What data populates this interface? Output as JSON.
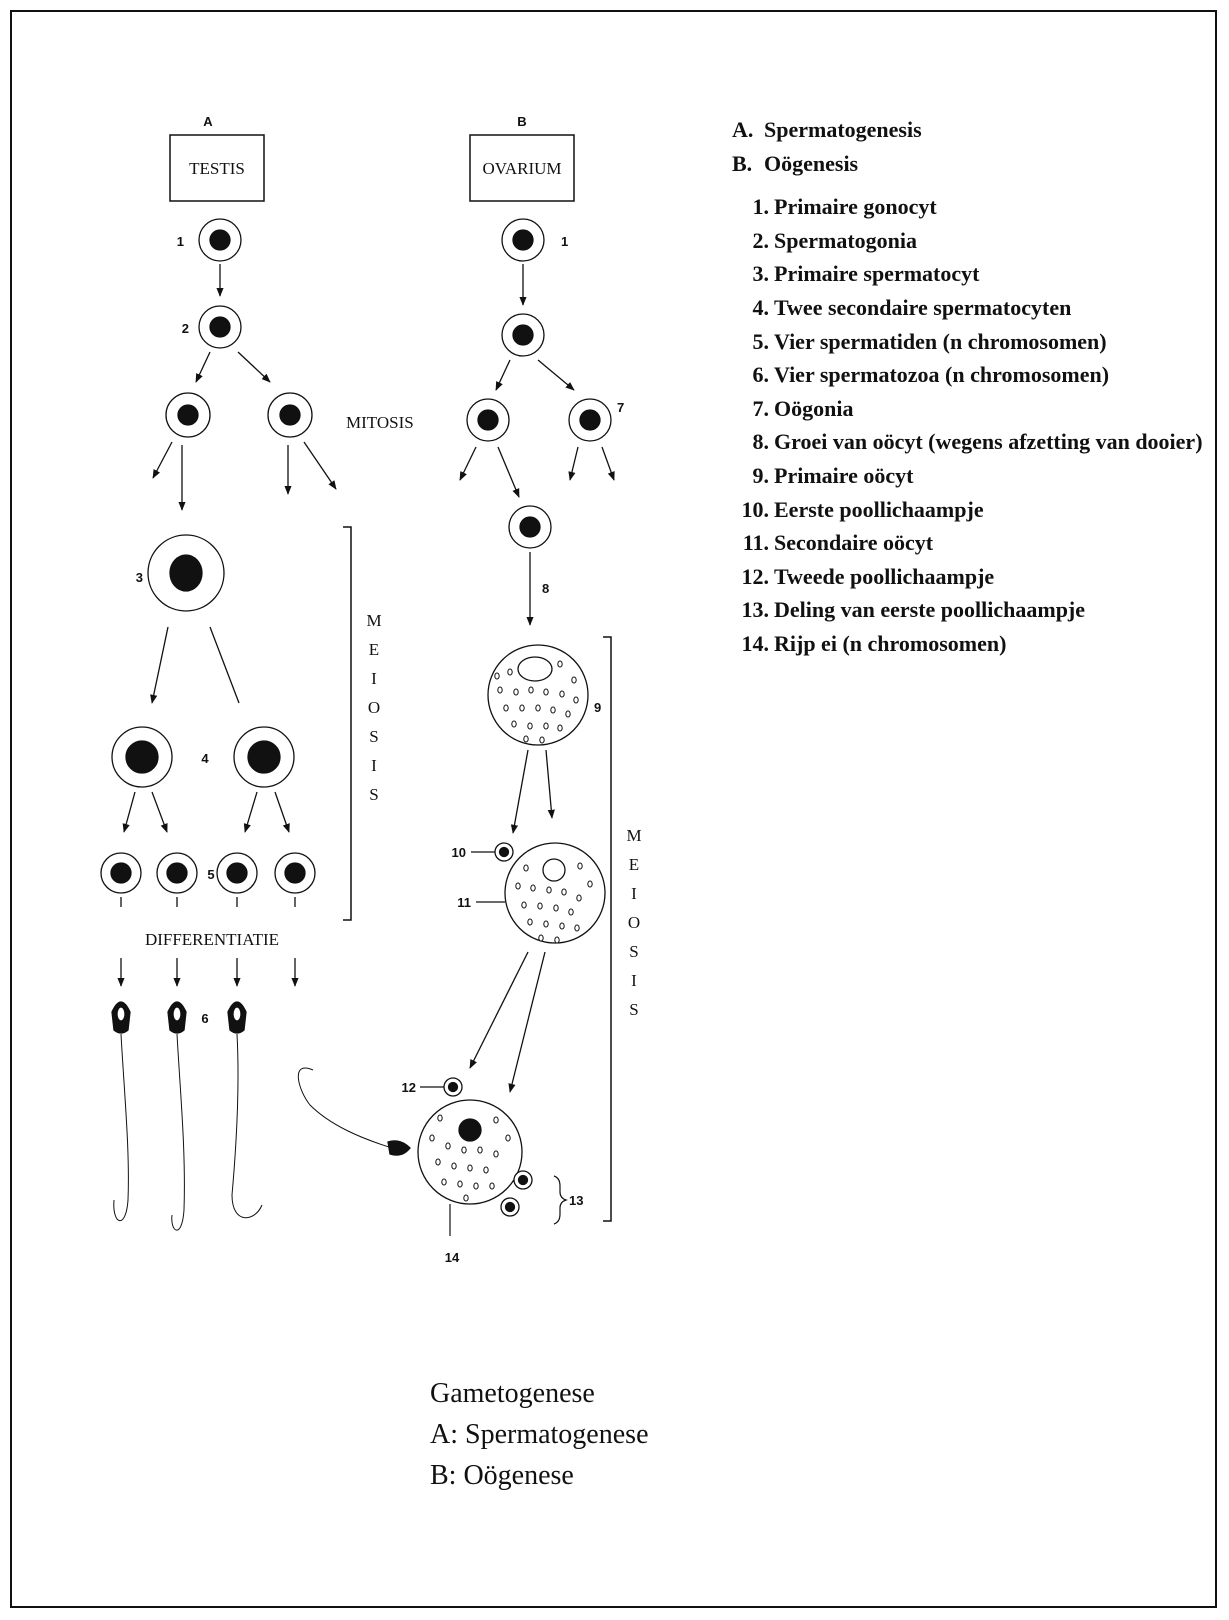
{
  "panel_a": {
    "letter": "A",
    "box": "TESTIS"
  },
  "panel_b": {
    "letter": "B",
    "box": "OVARIUM"
  },
  "labels": {
    "mitosis": "MITOSIS",
    "meiosis_letters": [
      "M",
      "E",
      "I",
      "O",
      "S",
      "I",
      "S"
    ],
    "differentiatie": "DIFFERENTIATIE",
    "n1a": "1",
    "n2a": "2",
    "n3": "3",
    "n4": "4",
    "n5": "5",
    "n6": "6",
    "n1b": "1",
    "n7": "7",
    "n8": "8",
    "n9": "9",
    "n10": "10",
    "n11": "11",
    "n12": "12",
    "n13": "13",
    "n14": "14"
  },
  "legend": {
    "sections": [
      {
        "key": "A.",
        "text": "Spermatogenesis"
      },
      {
        "key": "B.",
        "text": "Oögenesis"
      }
    ],
    "items": [
      {
        "num": "1.",
        "text": "Primaire gonocyt"
      },
      {
        "num": "2.",
        "text": "Spermatogonia"
      },
      {
        "num": "3.",
        "text": "Primaire spermatocyt"
      },
      {
        "num": "4.",
        "text": "Twee secondaire spermatocyten"
      },
      {
        "num": "5.",
        "text": "Vier spermatiden (n chromosomen)"
      },
      {
        "num": "6.",
        "text": "Vier spermatozoa (n chromosomen)"
      },
      {
        "num": "7.",
        "text": "Oögonia"
      },
      {
        "num": "8.",
        "text": "Groei van oöcyt (wegens afzetting van dooier)"
      },
      {
        "num": "9.",
        "text": "Primaire oöcyt"
      },
      {
        "num": "10.",
        "text": "Eerste poollichaampje"
      },
      {
        "num": "11.",
        "text": "Secondaire oöcyt"
      },
      {
        "num": "12.",
        "text": "Tweede poollichaampje"
      },
      {
        "num": "13.",
        "text": "Deling van eerste poollichaampje"
      },
      {
        "num": "14.",
        "text": "Rijp ei (n chromosomen)"
      }
    ]
  },
  "caption": {
    "title": "Gametogenese",
    "line_a": "A: Spermatogenese",
    "line_b": "B: Oögenese"
  }
}
